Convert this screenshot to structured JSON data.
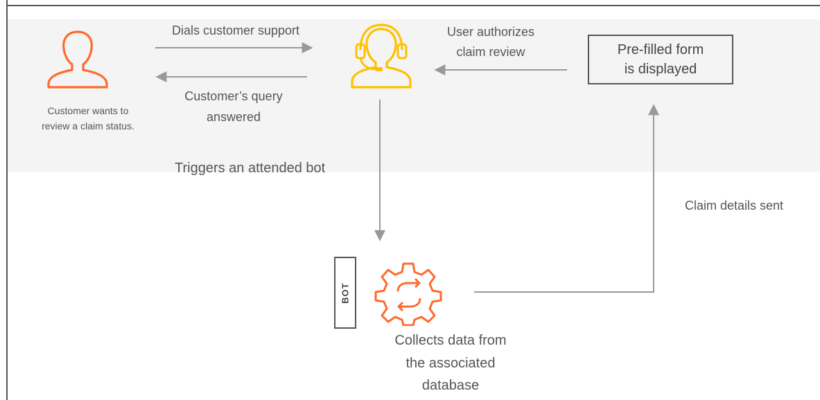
{
  "labels": {
    "dials_customer_support": "Dials customer support",
    "query_answered_line1": "Customer’s query",
    "query_answered_line2": "answered",
    "customer_line1": "Customer wants to",
    "customer_line2": "review a claim status.",
    "user_authorizes_line1": "User authorizes",
    "user_authorizes_line2": "claim review",
    "form_line1": "Pre-filled form",
    "form_line2": "is displayed",
    "triggers_bot": "Triggers an attended bot",
    "claim_details_sent": "Claim details sent",
    "bot_tag": "BOT",
    "collects_line1": "Collects data from",
    "collects_line2": "the associated",
    "collects_line3": "database"
  },
  "icons": {
    "customer": "user-icon",
    "agent": "headset-agent-icon",
    "bot": "gear-sync-icon"
  },
  "colors": {
    "customer_icon": "#ff6a2c",
    "agent_icon": "#ffc000",
    "bot_icon": "#ff6a2c",
    "arrow": "#999999",
    "text": "#555555",
    "band": "#f4f4f4"
  }
}
